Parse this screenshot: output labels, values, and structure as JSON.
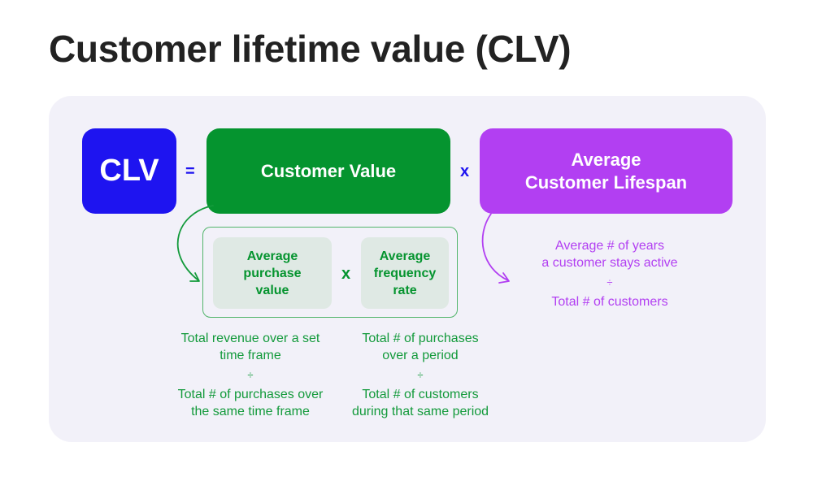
{
  "title": "Customer lifetime value (CLV)",
  "main": {
    "clv": "CLV",
    "equals": "=",
    "customer_value": "Customer Value",
    "times": "x",
    "avg_lifespan": [
      "Average",
      "Customer Lifespan"
    ]
  },
  "customer_value_parts": {
    "avg_purchase_value": [
      "Average",
      "purchase",
      "value"
    ],
    "times": "x",
    "avg_frequency_rate": [
      "Average",
      "frequency",
      "rate"
    ]
  },
  "formulas": {
    "avg_purchase_value": {
      "numerator": [
        "Total revenue over a set",
        "time frame"
      ],
      "divide": "÷",
      "denominator": [
        "Total # of purchases over",
        "the same time frame"
      ]
    },
    "avg_frequency_rate": {
      "numerator": [
        "Total # of purchases",
        "over a period"
      ],
      "divide": "÷",
      "denominator": [
        "Total # of customers",
        "during that same period"
      ]
    },
    "avg_lifespan": {
      "numerator": [
        "Average # of years",
        "a customer stays active"
      ],
      "divide": "÷",
      "denominator": [
        "Total # of customers"
      ]
    }
  },
  "colors": {
    "clv_blue": "#1e14f0",
    "value_green": "#05942f",
    "lifespan_purple": "#b23ff2",
    "panel_bg": "#f2f1f9",
    "sub_box_bg": "#dfe9e4"
  }
}
